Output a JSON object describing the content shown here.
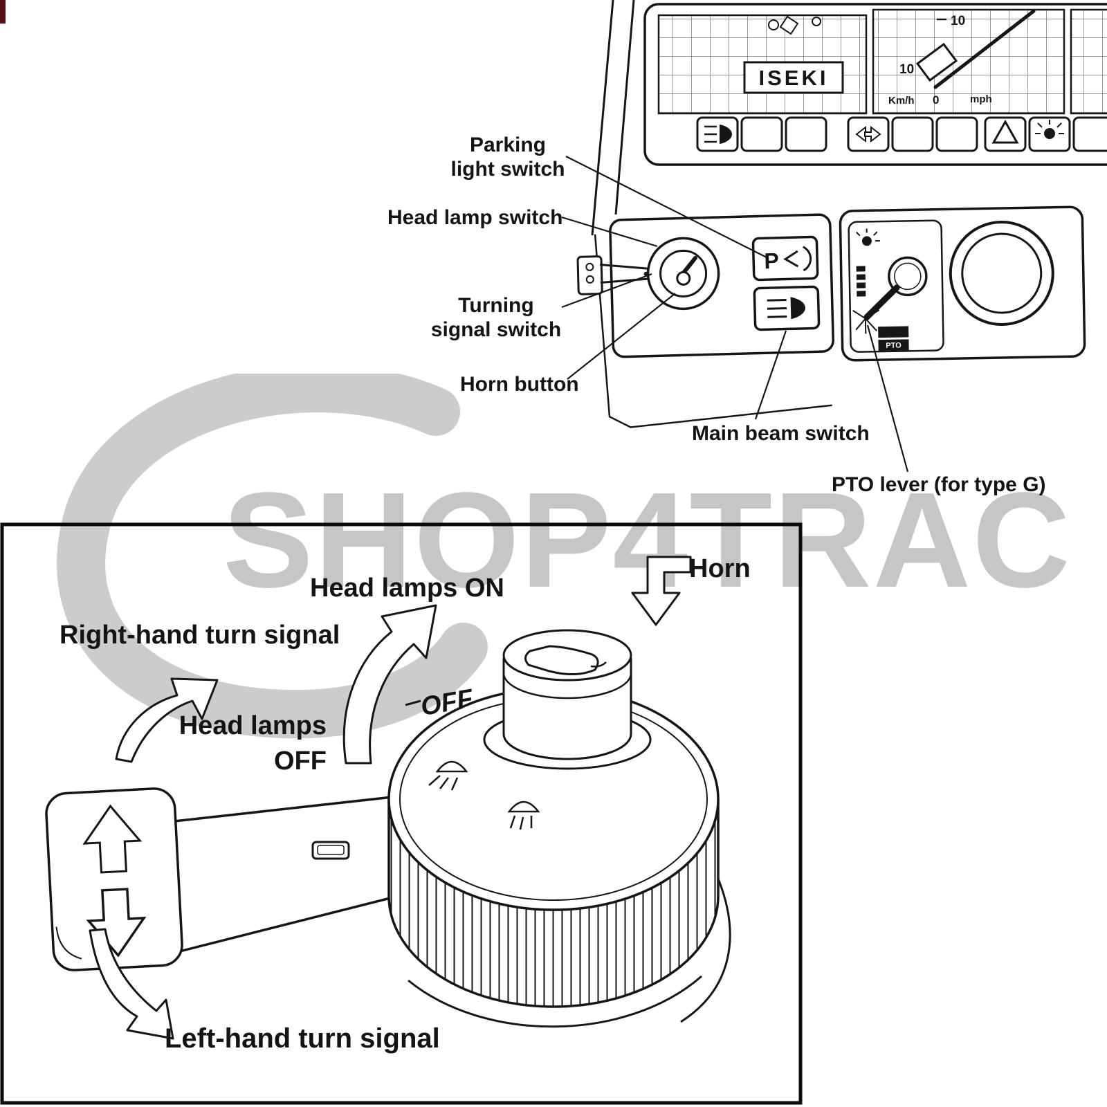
{
  "watermark": {
    "text": "SHOP4TRAC",
    "color": "#c6c6c6"
  },
  "top_diagram": {
    "labels": {
      "parking_light_switch": "Parking light switch",
      "head_lamp_switch": "Head lamp switch",
      "turning_signal_switch": "Turning signal switch",
      "horn_button": "Horn button",
      "main_beam_switch": "Main beam switch",
      "pto_lever": "PTO lever (for type G)"
    },
    "cluster": {
      "brand": "ISEKI",
      "scale_top": "10",
      "scale_left": "10",
      "unit_left": "Km/h",
      "zero": "0",
      "unit_right": "mph"
    },
    "console": {
      "parking_button_letter": "P",
      "pto_badge": "PTO"
    }
  },
  "bottom_diagram": {
    "labels": {
      "head_lamps_on": "Head lamps ON",
      "horn": "Horn",
      "right_turn": "Right-hand turn signal",
      "head_lamps_off_line1": "Head lamps",
      "head_lamps_off_line2": "OFF",
      "dial_off": "OFF",
      "left_turn": "Left-hand turn signal"
    }
  }
}
